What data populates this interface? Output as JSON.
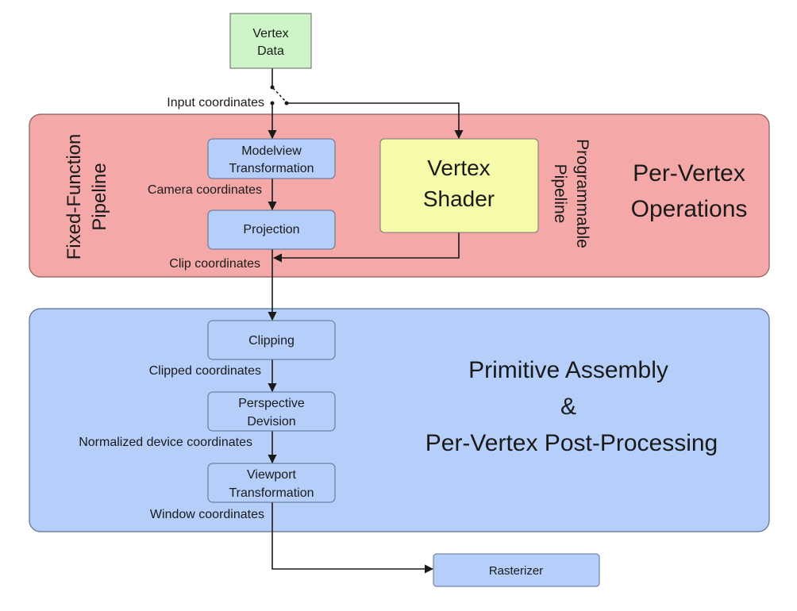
{
  "nodes": {
    "vertex_data": [
      "Vertex",
      "Data"
    ],
    "modelview": [
      "Modelview",
      "Transformation"
    ],
    "projection": "Projection",
    "vertex_shader": [
      "Vertex",
      "Shader"
    ],
    "clipping": "Clipping",
    "perspective": [
      "Perspective",
      "Devision"
    ],
    "viewport": [
      "Viewport",
      "Transformation"
    ],
    "rasterizer": "Rasterizer"
  },
  "edges": {
    "input": "Input coordinates",
    "camera": "Camera coordinates",
    "clip": "Clip coordinates",
    "clipped": "Clipped coordinates",
    "ndc": "Normalized device coordinates",
    "window": "Window coordinates"
  },
  "regions": {
    "per_vertex": [
      "Per-Vertex",
      "Operations"
    ],
    "fixed_function": [
      "Fixed-Function",
      "Pipeline"
    ],
    "programmable": [
      "Programmable",
      "Pipeline"
    ],
    "post_processing": [
      "Primitive Assembly",
      "&",
      "Per-Vertex Post-Processing"
    ]
  },
  "colors": {
    "per_vertex_fill": "#f4a9a8",
    "per_vertex_stroke": "#8c5b5b",
    "post_fill": "#b5cffa",
    "post_stroke": "#5a6f90",
    "node_blue": "#b5cffa",
    "node_green": "#cdf5c7",
    "node_yellow": "#f6fbaa",
    "line": "#1a1a1a"
  }
}
